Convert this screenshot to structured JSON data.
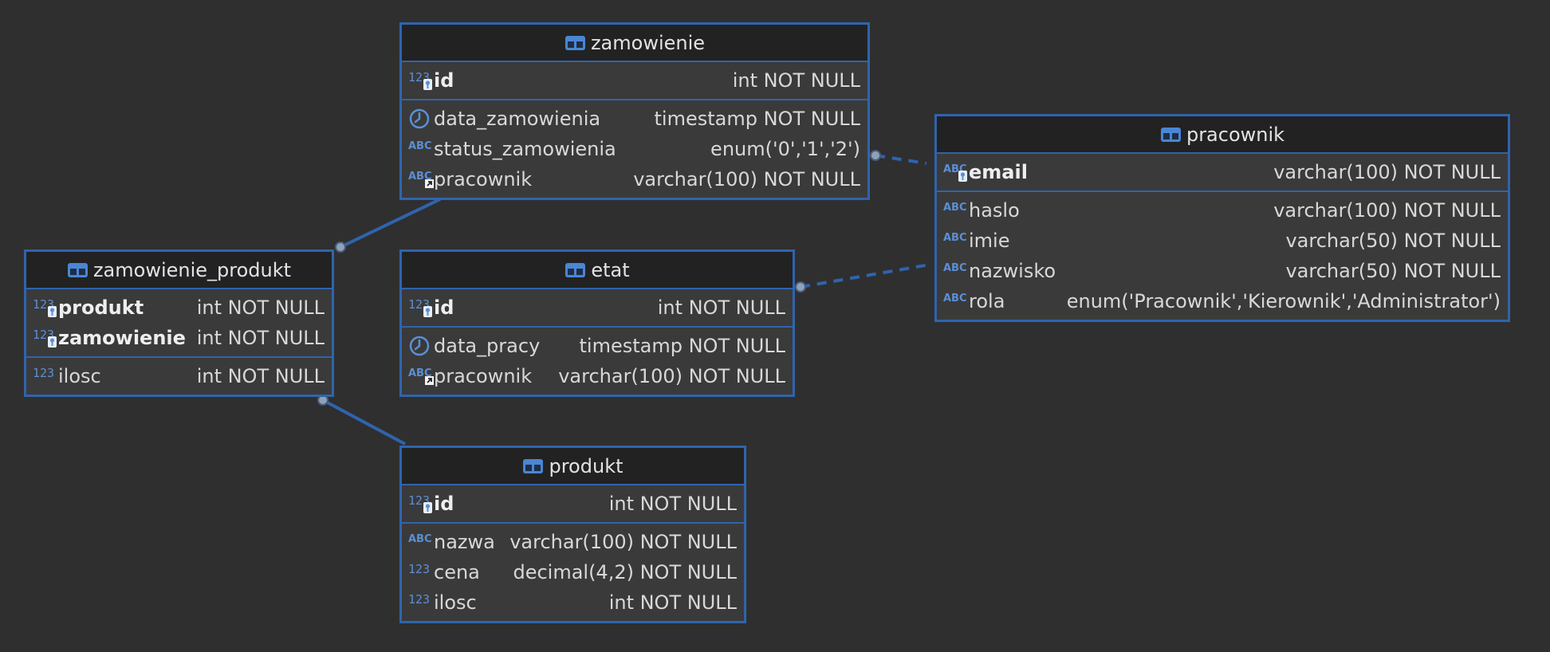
{
  "colors": {
    "background": "#2f2f2f",
    "entity_border": "#2f64ad",
    "header_bg": "#222222",
    "body_bg": "#3a3a3a",
    "link": "#2f64ad",
    "endpoint": "#8ea1bb"
  },
  "entities": {
    "zamowienie": {
      "title": "zamowienie",
      "columns": [
        {
          "icon": "numeric-key-icon",
          "name": "id",
          "type": "int NOT NULL",
          "pk": true
        },
        {
          "icon": "clock-icon",
          "name": "data_zamowienia",
          "type": "timestamp NOT NULL"
        },
        {
          "icon": "text-icon",
          "name": "status_zamowienia",
          "type": "enum('0','1','2')"
        },
        {
          "icon": "text-link-icon",
          "name": "pracownik",
          "type": "varchar(100) NOT NULL"
        }
      ]
    },
    "pracownik": {
      "title": "pracownik",
      "columns": [
        {
          "icon": "text-key-icon",
          "name": "email",
          "type": "varchar(100) NOT NULL",
          "pk": true
        },
        {
          "icon": "text-icon",
          "name": "haslo",
          "type": "varchar(100) NOT NULL"
        },
        {
          "icon": "text-icon",
          "name": "imie",
          "type": "varchar(50) NOT NULL"
        },
        {
          "icon": "text-icon",
          "name": "nazwisko",
          "type": "varchar(50) NOT NULL"
        },
        {
          "icon": "text-icon",
          "name": "rola",
          "type": "enum('Pracownik','Kierownik','Administrator')"
        }
      ]
    },
    "zamowienie_produkt": {
      "title": "zamowienie_produkt",
      "columns": [
        {
          "icon": "numeric-key-icon",
          "name": "produkt",
          "type": "int NOT NULL",
          "pk": true
        },
        {
          "icon": "numeric-key-icon",
          "name": "zamowienie",
          "type": "int NOT NULL",
          "pk": true
        },
        {
          "icon": "numeric-icon",
          "name": "ilosc",
          "type": "int NOT NULL"
        }
      ]
    },
    "etat": {
      "title": "etat",
      "columns": [
        {
          "icon": "numeric-key-icon",
          "name": "id",
          "type": "int NOT NULL",
          "pk": true
        },
        {
          "icon": "clock-icon",
          "name": "data_pracy",
          "type": "timestamp NOT NULL"
        },
        {
          "icon": "text-link-icon",
          "name": "pracownik",
          "type": "varchar(100) NOT NULL"
        }
      ]
    },
    "produkt": {
      "title": "produkt",
      "columns": [
        {
          "icon": "numeric-key-icon",
          "name": "id",
          "type": "int NOT NULL",
          "pk": true
        },
        {
          "icon": "text-icon",
          "name": "nazwa",
          "type": "varchar(100) NOT NULL"
        },
        {
          "icon": "numeric-icon",
          "name": "cena",
          "type": "decimal(4,2) NOT NULL"
        },
        {
          "icon": "numeric-icon",
          "name": "ilosc",
          "type": "int NOT NULL"
        }
      ]
    }
  },
  "relationships": [
    {
      "from": "zamowienie",
      "to": "pracownik",
      "style": "dashed"
    },
    {
      "from": "etat",
      "to": "pracownik",
      "style": "dashed"
    },
    {
      "from": "zamowienie_produkt",
      "to": "zamowienie",
      "style": "solid"
    },
    {
      "from": "zamowienie_produkt",
      "to": "produkt",
      "style": "solid"
    }
  ]
}
